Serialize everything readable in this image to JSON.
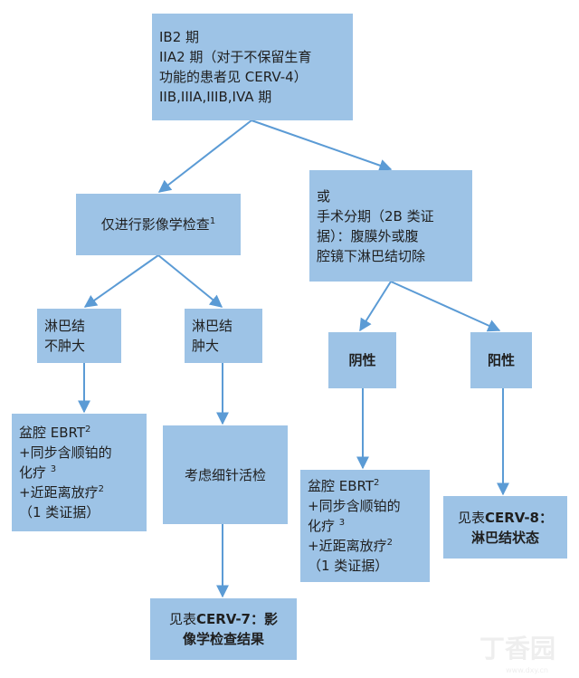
{
  "colors": {
    "box_fill": "#9dc3e6",
    "arrow": "#5b9bd5",
    "text": "#1f1f1f"
  },
  "nodes": {
    "root": {
      "lines": [
        "IB2 期",
        "IIA2 期（对于不保留生育",
        "功能的患者见 CERV-4）",
        "IIB,IIIA,IIIB,IVA 期"
      ]
    },
    "imaging_only": {
      "text": "仅进行影像学检查",
      "sup": "1"
    },
    "surgical_staging": {
      "lines": [
        "或",
        "手术分期（2B 类证",
        "据）：腹膜外或腹",
        "腔镜下淋巴结切除"
      ]
    },
    "nodes_not_enlarged": {
      "lines": [
        "淋巴结",
        "不肿大"
      ]
    },
    "nodes_enlarged": {
      "lines": [
        "淋巴结",
        "肿大"
      ]
    },
    "negative": {
      "text": "阴性"
    },
    "positive": {
      "text": "阳性"
    },
    "treatment_left": {
      "line1": "盆腔 EBRT",
      "line1_sup": "2",
      "line2": "+同步含顺铂的",
      "line3": "化疗 ",
      "line3_sup": "3",
      "line4": "+近距离放疗",
      "line4_sup": "2",
      "line5": "（1 类证据）"
    },
    "fine_needle": {
      "text": "考虑细针活检"
    },
    "treatment_right": {
      "line1": "盆腔 EBRT",
      "line1_sup": "2",
      "line2": "+同步含顺铂的",
      "line3": "化疗 ",
      "line3_sup": "3",
      "line4": "+近距离放疗",
      "line4_sup": "2",
      "line5": "（1 类证据）"
    },
    "see_cerv8": {
      "prefix": "见表",
      "bold1": "CERV-8：",
      "bold2": "淋巴结状态"
    },
    "see_cerv7": {
      "prefix": "见表",
      "bold1": "CERV-7：影",
      "bold2": "像学检查结果"
    }
  },
  "watermark": {
    "text": "丁香园",
    "url": "www.dxy.cn"
  }
}
